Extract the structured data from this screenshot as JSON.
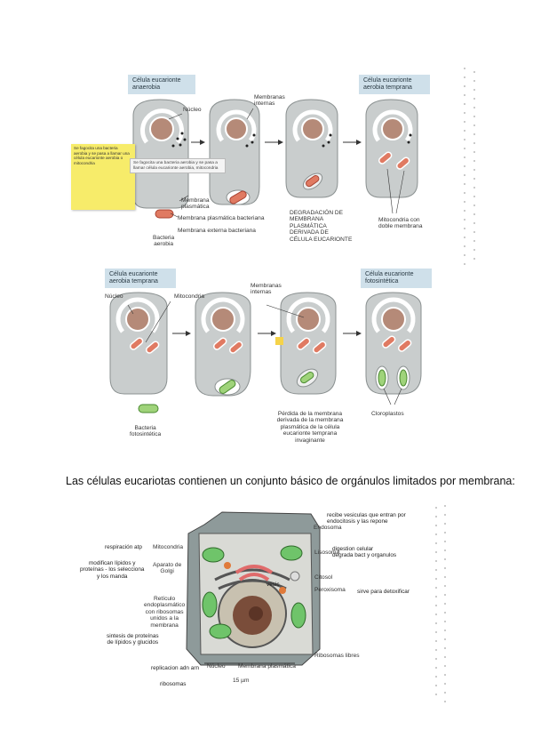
{
  "figure1": {
    "headers": {
      "anaerobic": "Célula eucarionte\nanaerobia",
      "aerobic_early": "Célula eucarionte\naerobia temprana"
    },
    "labels": {
      "nucleo": "Núcleo",
      "membranas_internas": "Membranas\ninternas",
      "membrana_plasmatica": "Membrana\nplasmática",
      "membrana_plasmatica_bacteriana": "Membrana plasmática bacteriana",
      "membrana_externa_bacteriana": "Membrana externa bacteriana",
      "bacteria_aerobia": "Bacteria\naerobia",
      "degradacion": "Degradación de\nmembrana\nplasmática\nderivada de\ncélula eucarionte",
      "mitocondria_doble": "Mitocondria con\ndoble membrana"
    },
    "sticky_note": "Se fagocita una bacteria\naerobia y se pasa a llamar una\ncélula eucarionte aerobia o\nmitocondria",
    "comment_box": "Se fagocita una bacteria aerobia y se pasa a\nllamar célula eucarionte aerobia, mitocondria"
  },
  "figure2": {
    "headers": {
      "aerobic_early": "Célula eucarionte\naerobia temprana",
      "photosynthetic": "Célula eucarionte\nfotosintética"
    },
    "labels": {
      "nucleo": "Núcleo",
      "mitocondria": "Mitocondria",
      "membranas_internas": "Membranas\ninternas",
      "bacteria_fotosintetica": "Bacteria\nfotosintética",
      "perdida": "Pérdida de la membrana\nderivada de la membrana\nplasmática de la célula\neucarionte temprana\ninvaginante",
      "cloroplastos": "Cloroplastos"
    }
  },
  "caption": "Las células eucariotas contienen un conjunto básico de orgánulos limitados por membrana:",
  "figure3": {
    "printed": {
      "mitocondria": "Mitocondria",
      "aparato_golgi": "Aparato de\nGolgi",
      "reticulo": "Retículo\nendoplasmático\ncon ribosomas\nunidos a la\nmembrana",
      "nucleo": "Núcleo",
      "membrana_plasmatica": "Membrana plasmática",
      "endosoma": "Endosoma",
      "lisosoma": "Lisosoma",
      "citosol": "Citosol",
      "peroxisoma": "Peroxisoma",
      "ribosomas_libres": "Ribosomas libres",
      "scale": "15 µm"
    },
    "handwritten": {
      "respiracion": "respiración   atp",
      "modifican": "modifican lípidos y\nproteínas - los selecciona\ny los manda",
      "sintesis": "sintesis de proteínas\nde lípidos y glucidos",
      "replicacion": "replicacion adn arn",
      "ribosomas": "ribosomas",
      "recibe": "recibe vesiculas que entran por\nendocitosis y las repone",
      "digestion": "digestion celular\ndegrada bact y organulos",
      "detoxificar": "sirve para detoxificar",
      "vesicula": "vesic"
    }
  }
}
